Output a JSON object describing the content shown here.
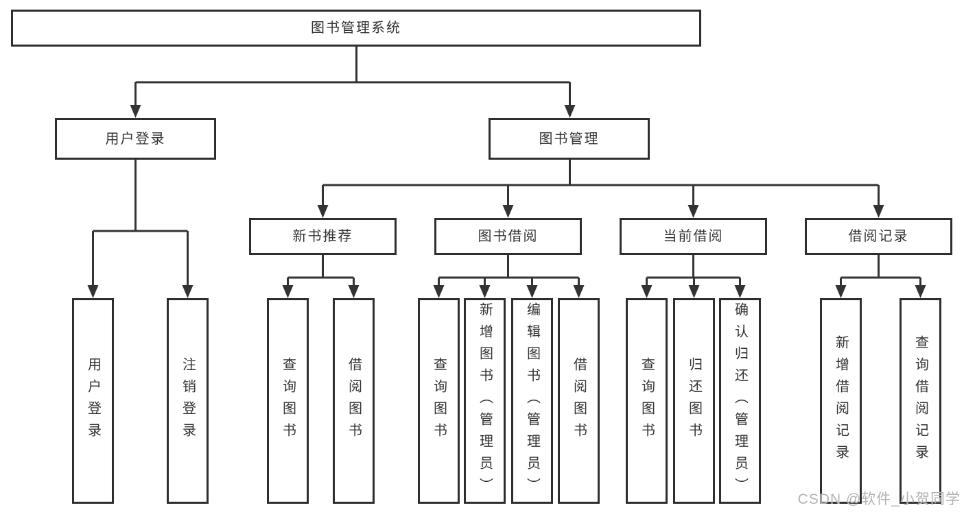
{
  "diagram": {
    "type": "hierarchy-tree",
    "root": {
      "label": "图书管理系统"
    },
    "level2": [
      {
        "id": "user-login",
        "label": "用户登录"
      },
      {
        "id": "book-management",
        "label": "图书管理"
      }
    ],
    "level3": [
      {
        "id": "new-book-recommend",
        "parent": "图书管理",
        "label": "新书推荐"
      },
      {
        "id": "book-borrowing",
        "parent": "图书管理",
        "label": "图书借阅"
      },
      {
        "id": "current-borrowing",
        "parent": "图书管理",
        "label": "当前借阅"
      },
      {
        "id": "borrowing-records",
        "parent": "图书管理",
        "label": "借阅记录"
      }
    ],
    "leaves": [
      {
        "parent": "用户登录",
        "label": "用户登录"
      },
      {
        "parent": "用户登录",
        "label": "注销登录"
      },
      {
        "parent": "新书推荐",
        "label": "查询图书"
      },
      {
        "parent": "新书推荐",
        "label": "借阅图书"
      },
      {
        "parent": "图书借阅",
        "label": "查询图书"
      },
      {
        "parent": "图书借阅",
        "label": "新增图书（管理员）"
      },
      {
        "parent": "图书借阅",
        "label": "编辑图书（管理员）"
      },
      {
        "parent": "图书借阅",
        "label": "借阅图书"
      },
      {
        "parent": "当前借阅",
        "label": "查询图书"
      },
      {
        "parent": "当前借阅",
        "label": "归还图书"
      },
      {
        "parent": "当前借阅",
        "label": "确认归还（管理员）"
      },
      {
        "parent": "借阅记录",
        "label": "新增借阅记录"
      },
      {
        "parent": "借阅记录",
        "label": "查询借阅记录"
      }
    ],
    "watermark": "CSDN @软件_小贺同学",
    "colors": {
      "line": "#333333",
      "box_border": "#2e2e2e",
      "box_fill": "#ffffff",
      "text": "#333333",
      "watermark": "#b3b3b3",
      "background": "#ffffff"
    }
  }
}
